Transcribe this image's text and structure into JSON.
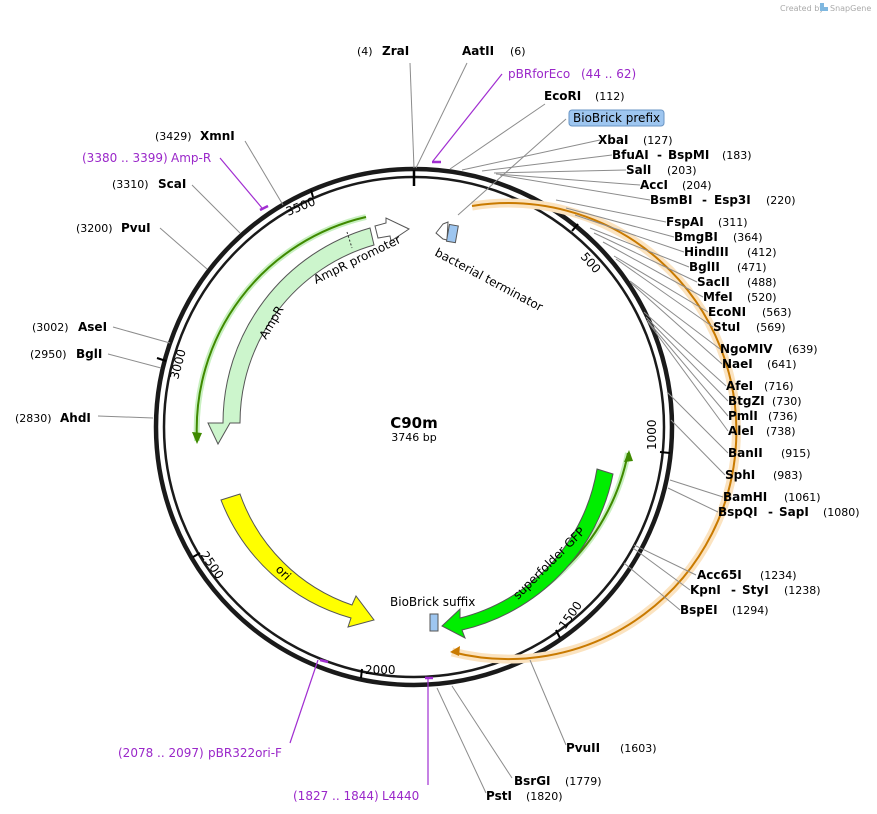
{
  "credit": {
    "text": "Created by",
    "brand": "SnapGene"
  },
  "plasmid": {
    "name": "C90m",
    "length_label": "3746 bp"
  },
  "ticks": [
    "500",
    "1000",
    "1500",
    "2000",
    "2500",
    "3000",
    "3500"
  ],
  "sites_right": [
    {
      "name": "ZraI",
      "pos": "(4)"
    },
    {
      "name": "AatII",
      "pos": "(6)"
    },
    {
      "name": "EcoRI",
      "pos": "(112)"
    },
    {
      "name": "XbaI",
      "pos": "(127)"
    },
    {
      "name": "BfuAI",
      "name2": "BspMI",
      "pos": "(183)"
    },
    {
      "name": "SalI",
      "pos": "(203)"
    },
    {
      "name": "AccI",
      "pos": "(204)"
    },
    {
      "name": "BsmBI",
      "name2": "Esp3I",
      "pos": "(220)"
    },
    {
      "name": "FspAI",
      "pos": "(311)"
    },
    {
      "name": "BmgBI",
      "pos": "(364)"
    },
    {
      "name": "HindIII",
      "pos": "(412)"
    },
    {
      "name": "BglII",
      "pos": "(471)"
    },
    {
      "name": "SacII",
      "pos": "(488)"
    },
    {
      "name": "MfeI",
      "pos": "(520)"
    },
    {
      "name": "EcoNI",
      "pos": "(563)"
    },
    {
      "name": "StuI",
      "pos": "(569)"
    },
    {
      "name": "NgoMIV",
      "pos": "(639)"
    },
    {
      "name": "NaeI",
      "pos": "(641)"
    },
    {
      "name": "AfeI",
      "pos": "(716)"
    },
    {
      "name": "BtgZI",
      "pos": "(730)"
    },
    {
      "name": "PmlI",
      "pos": "(736)"
    },
    {
      "name": "AleI",
      "pos": "(738)"
    },
    {
      "name": "BanII",
      "pos": "(915)"
    },
    {
      "name": "SphI",
      "pos": "(983)"
    },
    {
      "name": "BamHI",
      "pos": "(1061)"
    },
    {
      "name": "BspQI",
      "name2": "SapI",
      "pos": "(1080)"
    },
    {
      "name": "Acc65I",
      "pos": "(1234)"
    },
    {
      "name": "KpnI",
      "name2": "StyI",
      "pos": "(1238)"
    },
    {
      "name": "BspEI",
      "pos": "(1294)"
    },
    {
      "name": "PvuII",
      "pos": "(1603)"
    },
    {
      "name": "BsrGI",
      "pos": "(1779)"
    },
    {
      "name": "PstI",
      "pos": "(1820)"
    }
  ],
  "sites_left": [
    {
      "name": "XmnI",
      "pos": "(3429)"
    },
    {
      "name": "ScaI",
      "pos": "(3310)"
    },
    {
      "name": "PvuI",
      "pos": "(3200)"
    },
    {
      "name": "AseI",
      "pos": "(3002)"
    },
    {
      "name": "BglI",
      "pos": "(2950)"
    },
    {
      "name": "AhdI",
      "pos": "(2830)"
    }
  ],
  "primers": [
    {
      "name": "pBRforEco",
      "range": "(44 .. 62)"
    },
    {
      "name": "Amp-R",
      "range": "(3380 .. 3399)"
    },
    {
      "name": "pBR322ori-F",
      "range": "(2078 .. 2097)"
    },
    {
      "name": "L4440",
      "range": "(1827 .. 1844)"
    }
  ],
  "features": {
    "biobrick_prefix": "BioBrick prefix",
    "biobrick_suffix": "BioBrick suffix",
    "bacterial_terminator": "bacterial terminator",
    "ampr_promoter": "AmpR promoter",
    "ampr": "AmpR",
    "ori": "ori",
    "sfgfp": "superfolder GFP"
  },
  "colors": {
    "ampr": "#ccf5cc",
    "ampr_promoter": "#ffffff",
    "ori": "#ffff00",
    "sfgfp": "#00ee00",
    "orf": "#3f8a00",
    "translated": "#c97a00",
    "primer": "#9a27c9",
    "biobrick": "#9ec6f0"
  }
}
